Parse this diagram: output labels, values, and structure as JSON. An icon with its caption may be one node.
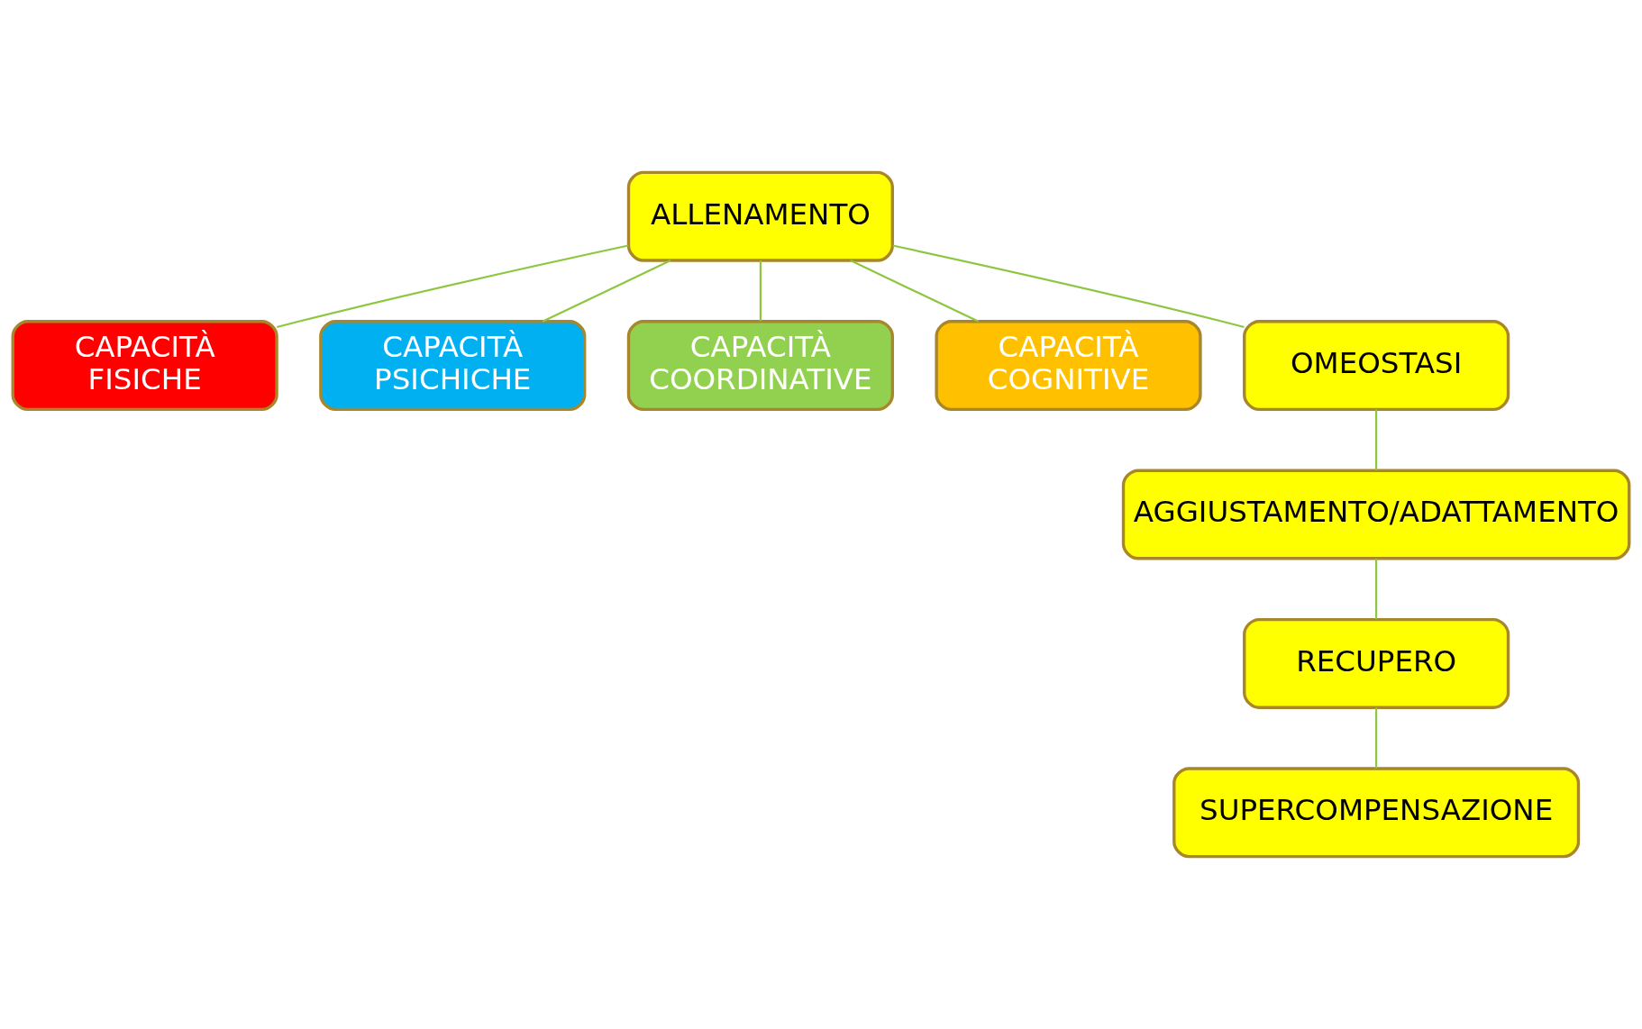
{
  "diagram": {
    "nodes": [
      {
        "text": [
          "ALLENAMENTO"
        ]
      },
      {
        "text": [
          "CAPACITÀ FISICHE"
        ]
      },
      {
        "text": [
          "CAPACITÀ PSICHICHE"
        ]
      },
      {
        "text": [
          "CAPACITÀ COORDINATIVE"
        ]
      },
      {
        "text": [
          "CAPACITÀ COGNITIVE"
        ]
      },
      {
        "text": [
          "OMEOSTASI"
        ]
      },
      {
        "text": [
          "AGGIUSTAMENTO/ADATTAMENTO"
        ]
      },
      {
        "text": [
          "RECUPERO"
        ]
      },
      {
        "text": [
          "SUPERCOMPENSAZIONE"
        ]
      }
    ],
    "edges": [
      {
        "from": 0,
        "to": 1,
        "arrow": "none"
      },
      {
        "from": 0,
        "to": 2,
        "arrow": "none"
      },
      {
        "from": 0,
        "to": 5,
        "arrow": "none"
      },
      {
        "from": 0,
        "to": 3,
        "arrow": "none"
      },
      {
        "from": 0,
        "to": 4,
        "arrow": "none"
      },
      {
        "from": 5,
        "to": 6,
        "arrow": "none"
      },
      {
        "from": 6,
        "to": 7,
        "arrow": "none"
      },
      {
        "from": 7,
        "to": 8,
        "arrow": "none"
      }
    ]
  }
}
